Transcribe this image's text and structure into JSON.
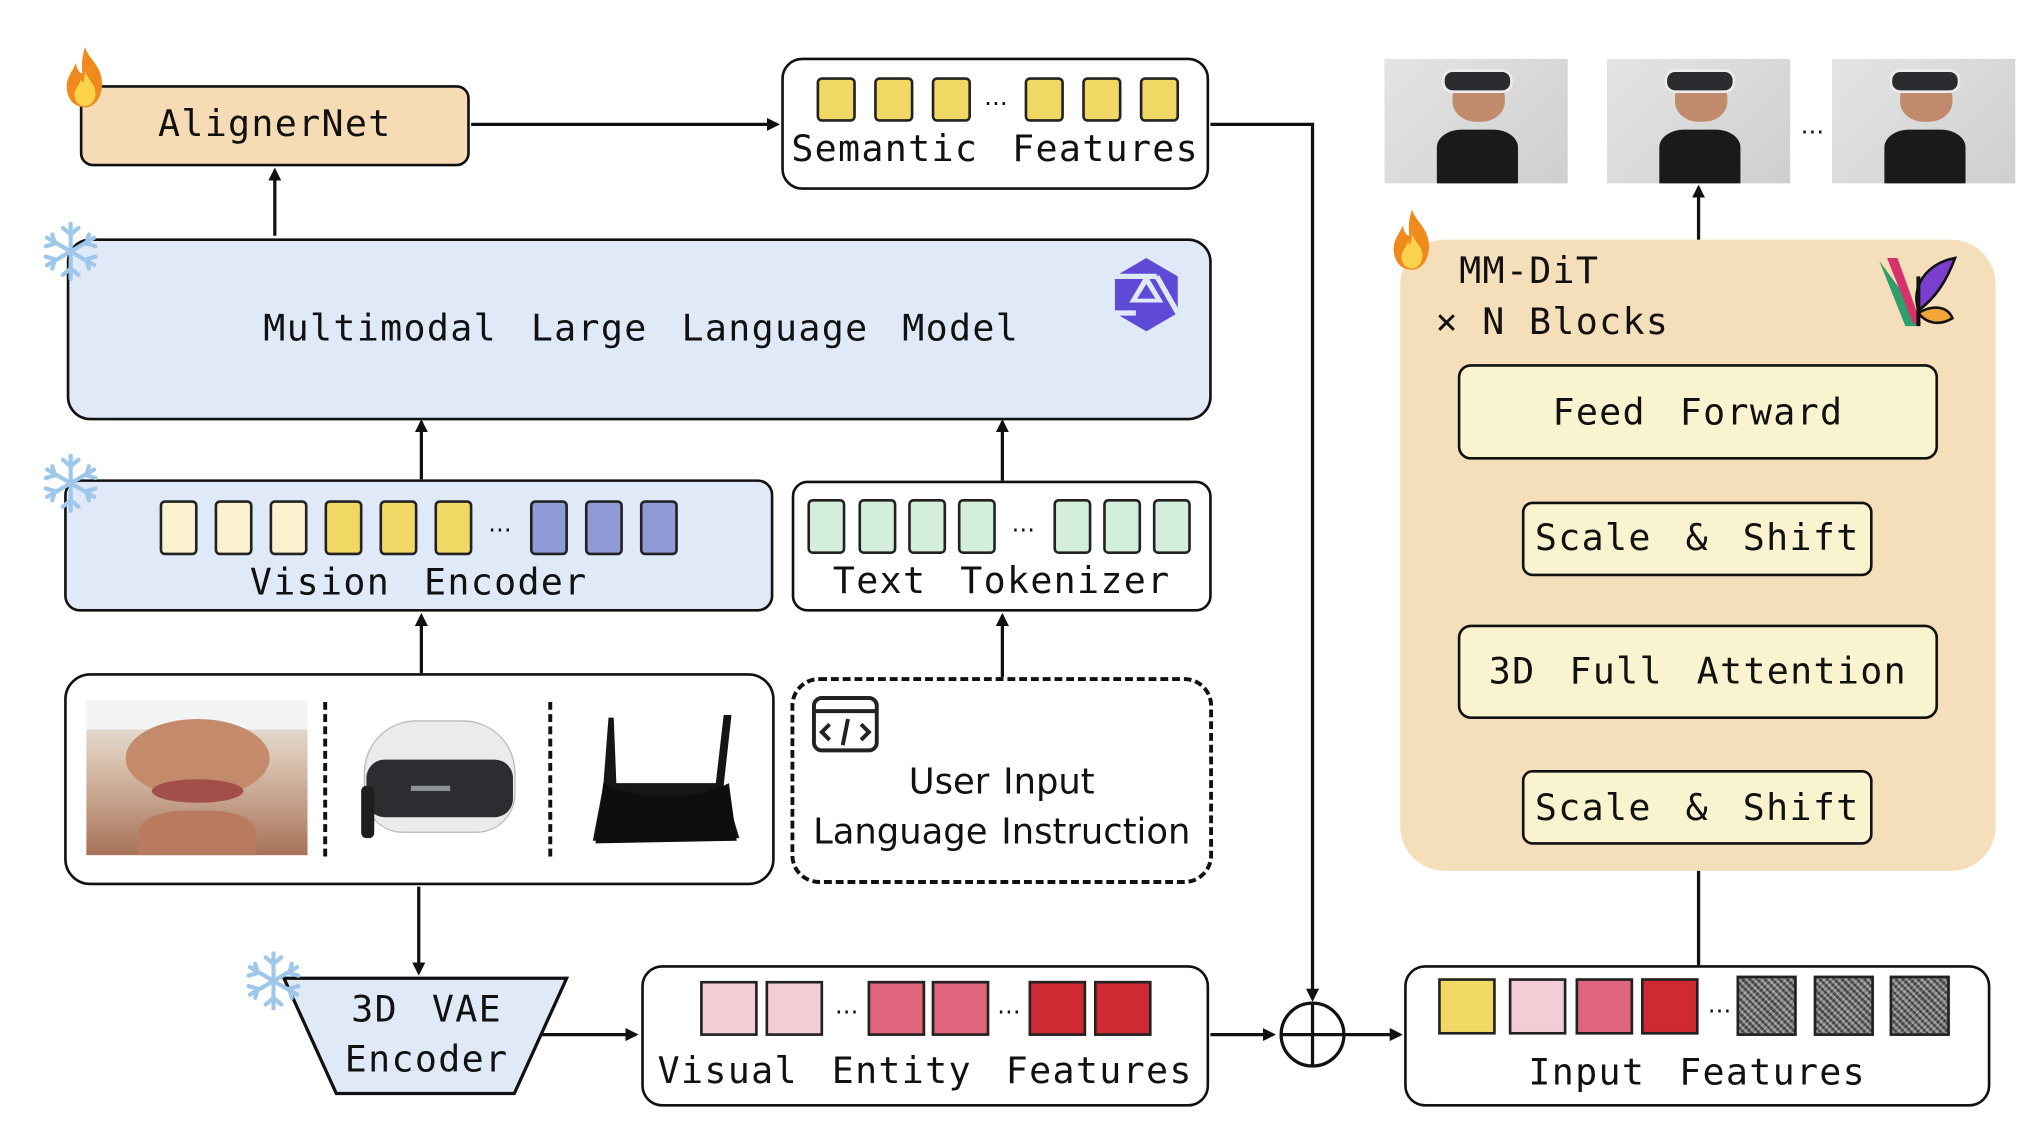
{
  "aligner": {
    "label": "AlignerNet"
  },
  "semantic": {
    "label": "Semantic Features",
    "dots": "…"
  },
  "mllm": {
    "label": "Multimodal Large Language Model"
  },
  "vision_encoder": {
    "label": "Vision Encoder",
    "dots": "…"
  },
  "text_tokenizer": {
    "label": "Text Tokenizer",
    "dots": "…"
  },
  "user_input": {
    "line1": "User Input",
    "line2": "Language Instruction"
  },
  "vae": {
    "line1": "3D VAE",
    "line2": "Encoder"
  },
  "visual_entity": {
    "label": "Visual Entity Features",
    "dots": "…"
  },
  "input_features": {
    "label": "Input Features",
    "dots": "…"
  },
  "mmdit": {
    "title_line1": "MM-DiT",
    "title_line2": "× N  Blocks",
    "blocks": [
      "Feed Forward",
      "Scale & Shift",
      "3D Full Attention",
      "Scale & Shift"
    ]
  },
  "output_frames": {
    "dots": "…"
  },
  "icons": {
    "trainable": "fire-icon",
    "frozen": "snowflake-icon",
    "qwen": "qwen-logo-icon",
    "brand": "butterfly-logo-icon",
    "code": "code-window-icon"
  },
  "colors": {
    "trainable_fill": "#f6dcb4",
    "llm_fill": "#dfe9f8",
    "mmdit_panel": "#f5dfba",
    "mmdit_block": "#faf3cf",
    "token_pale_yellow": "#faf2cf",
    "token_yellow": "#f1d865",
    "token_blue": "#8f9bd6",
    "token_green": "#d3eedb",
    "token_pink": "#f3cdd5",
    "token_rose": "#e0647b",
    "token_red": "#cf2a33"
  }
}
